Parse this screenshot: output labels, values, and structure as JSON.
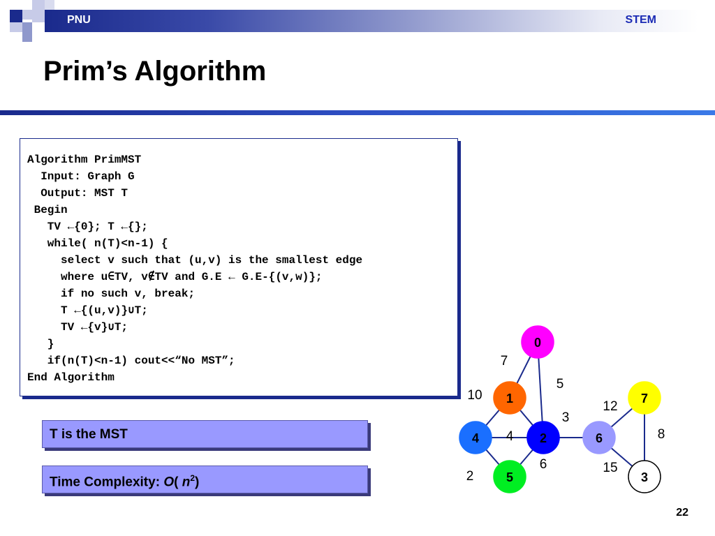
{
  "header": {
    "left_label": "PNU",
    "right_label": "STEM"
  },
  "title": "Prim’s Algorithm",
  "code_lines": [
    "Algorithm PrimMST",
    "  Input: Graph G",
    "  Output: MST T",
    " Begin",
    "   TV ←{0}; T ←{};",
    "   while( n(T)<n-1) {",
    "     select v such that (u,v) is the smallest edge",
    "     where u∈TV, v∉TV and G.E ← G.E-{(v,w)};",
    "     if no such v, break;",
    "     T ←{(u,v)}∪T;",
    "     TV ←{v}∪T;",
    "   }",
    "   if(n(T)<n-1) cout<<“No MST”;",
    "End Algorithm"
  ],
  "mst_box": {
    "label": "T is the MST"
  },
  "complexity_box": {
    "prefix": "Time Complexity: ",
    "O": "O",
    "open": "( ",
    "n": "n",
    "exp": "2",
    "close": ")"
  },
  "graph": {
    "nodes": [
      {
        "id": "0",
        "fill": "#ff00ff",
        "text_color": "#000000"
      },
      {
        "id": "1",
        "fill": "#ff6600",
        "text_color": "#000000"
      },
      {
        "id": "2",
        "fill": "#0000ff",
        "text_color": "#000000"
      },
      {
        "id": "3",
        "fill": "#ffffff",
        "text_color": "#000000"
      },
      {
        "id": "4",
        "fill": "#1a6fff",
        "text_color": "#000000"
      },
      {
        "id": "5",
        "fill": "#00ee22",
        "text_color": "#000000"
      },
      {
        "id": "6",
        "fill": "#9999ff",
        "text_color": "#000000"
      },
      {
        "id": "7",
        "fill": "#ffff00",
        "text_color": "#000000"
      }
    ],
    "edges": [
      {
        "from": "0",
        "to": "1",
        "weight": "7"
      },
      {
        "from": "0",
        "to": "2",
        "weight": "5"
      },
      {
        "from": "1",
        "to": "2",
        "weight": "3"
      },
      {
        "from": "1",
        "to": "4",
        "weight": "10"
      },
      {
        "from": "4",
        "to": "2",
        "weight": "4"
      },
      {
        "from": "4",
        "to": "5",
        "weight": "2"
      },
      {
        "from": "5",
        "to": "2",
        "weight": "6"
      },
      {
        "from": "2",
        "to": "6",
        "weight": ""
      },
      {
        "from": "6",
        "to": "7",
        "weight": "12"
      },
      {
        "from": "7",
        "to": "3",
        "weight": "8"
      },
      {
        "from": "6",
        "to": "3",
        "weight": "15"
      }
    ]
  },
  "page_number": "22",
  "colors": {
    "header_dark": "#1a2a8c",
    "stem_blue": "#1a2ab4",
    "box_lavender": "#9999ff"
  }
}
